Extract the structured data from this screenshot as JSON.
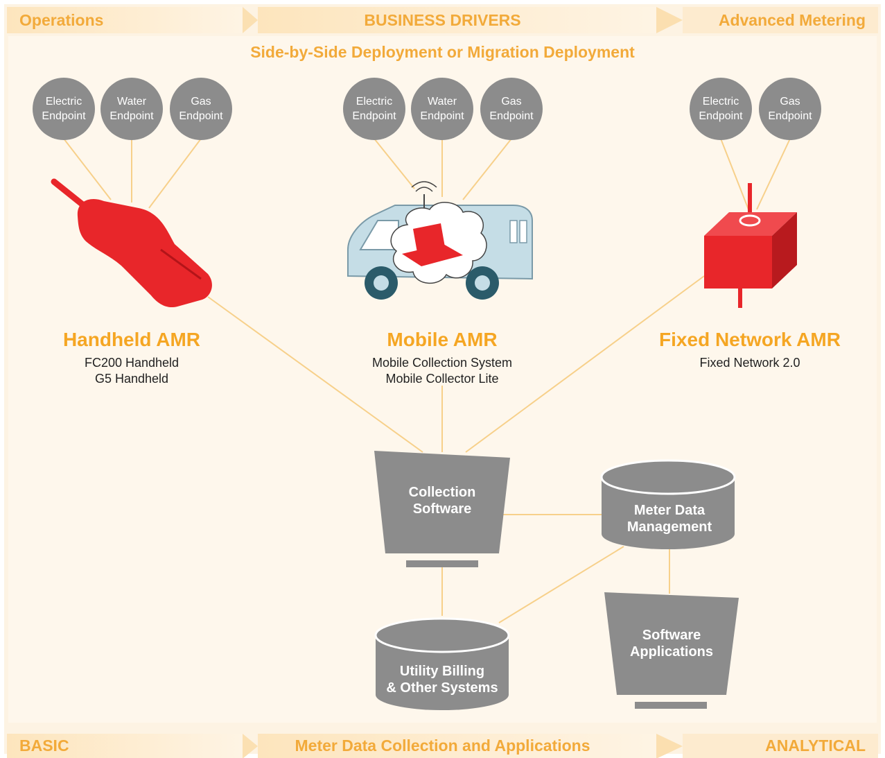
{
  "header": {
    "left": "Operations",
    "center": "BUSINESS DRIVERS",
    "right": "Advanced Metering"
  },
  "subtitle": "Side-by-Side Deployment or Migration Deployment",
  "footer": {
    "left": "BASIC",
    "center": "Meter Data Collection and Applications",
    "right": "ANALYTICAL"
  },
  "endpoints": {
    "electric": [
      "Electric",
      "Endpoint"
    ],
    "water": [
      "Water",
      "Endpoint"
    ],
    "gas": [
      "Gas",
      "Endpoint"
    ]
  },
  "amr": {
    "handheld": {
      "title": "Handheld AMR",
      "line1": "FC200 Handheld",
      "line2": "G5 Handheld"
    },
    "mobile": {
      "title": "Mobile AMR",
      "line1": "Mobile Collection System",
      "line2": "Mobile Collector Lite"
    },
    "fixed": {
      "title": "Fixed Network AMR",
      "line1": "Fixed Network 2.0"
    }
  },
  "systems": {
    "collection": [
      "Collection",
      "Software"
    ],
    "mdm": [
      "Meter Data",
      "Management"
    ],
    "billing": [
      "Utility Billing",
      "& Other Systems"
    ],
    "apps": [
      "Software",
      "Applications"
    ]
  },
  "colors": {
    "accent": "#f2aa3a",
    "band": "#fce8c8",
    "background": "#fdf3e3",
    "node": "#8c8c8c",
    "device": "#e8262a",
    "van": "#c5dde6"
  }
}
